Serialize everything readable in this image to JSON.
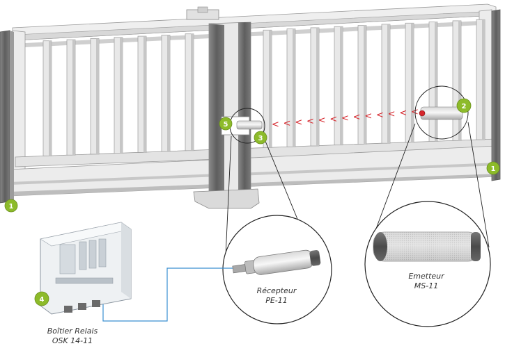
{
  "colors": {
    "frame": "#e6e6e6",
    "frame_edge": "#9a9a9a",
    "post": "#6d6d6d",
    "badge": "#8dbb2a",
    "beam": "#d6262c",
    "cable": "#3a8fd1"
  },
  "badges": {
    "post_left": "1",
    "post_right": "1",
    "emitter": "2",
    "receiver": "3",
    "relay_box": "4",
    "column": "5"
  },
  "beam": {
    "arrow_glyph": "<"
  },
  "labels": {
    "receiver_line1": "Récepteur",
    "receiver_line2": "PE-11",
    "emitter_line1": "Emetteur",
    "emitter_line2": "MS-11",
    "relay_line1": "Boîtier Relais",
    "relay_line2": "OSK 14-11"
  }
}
